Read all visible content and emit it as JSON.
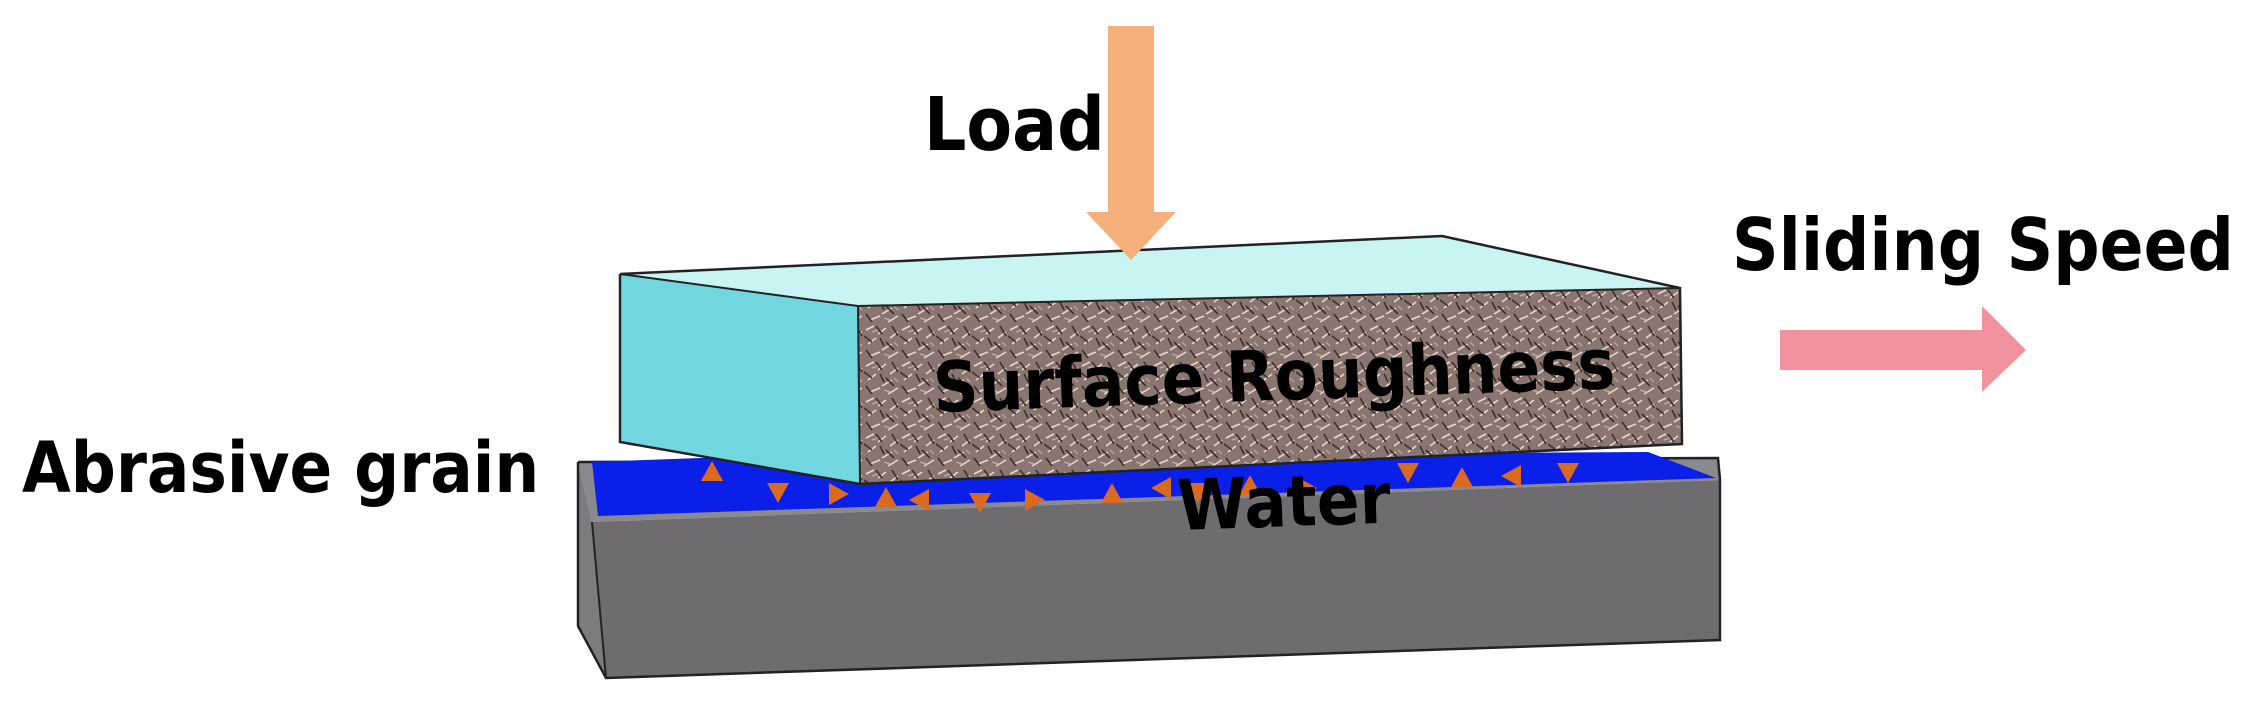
{
  "labels": {
    "load": "Load",
    "sliding_speed": "Sliding Speed",
    "surface_roughness": "Surface Roughness",
    "abrasive_grain": "Abrasive grain",
    "water": "Water"
  },
  "colors": {
    "load_arrow": "#f5b07c",
    "speed_arrow": "#f0939c",
    "upper_block_top": "#c8f4f4",
    "upper_block_side": "#72d6e0",
    "upper_block_front": "#8a7670",
    "water_layer": "#0a1fe8",
    "abrasive_grain": "#d96a20",
    "lower_block_top": "#8a8a8e",
    "lower_block_side": "#7c7c7e",
    "lower_block_front": "#6f6c70",
    "edge": "#222222"
  },
  "icons": {
    "load_arrow": "arrow-down-icon",
    "speed_arrow": "arrow-right-icon",
    "abrasive_grain": "triangle-icon"
  }
}
